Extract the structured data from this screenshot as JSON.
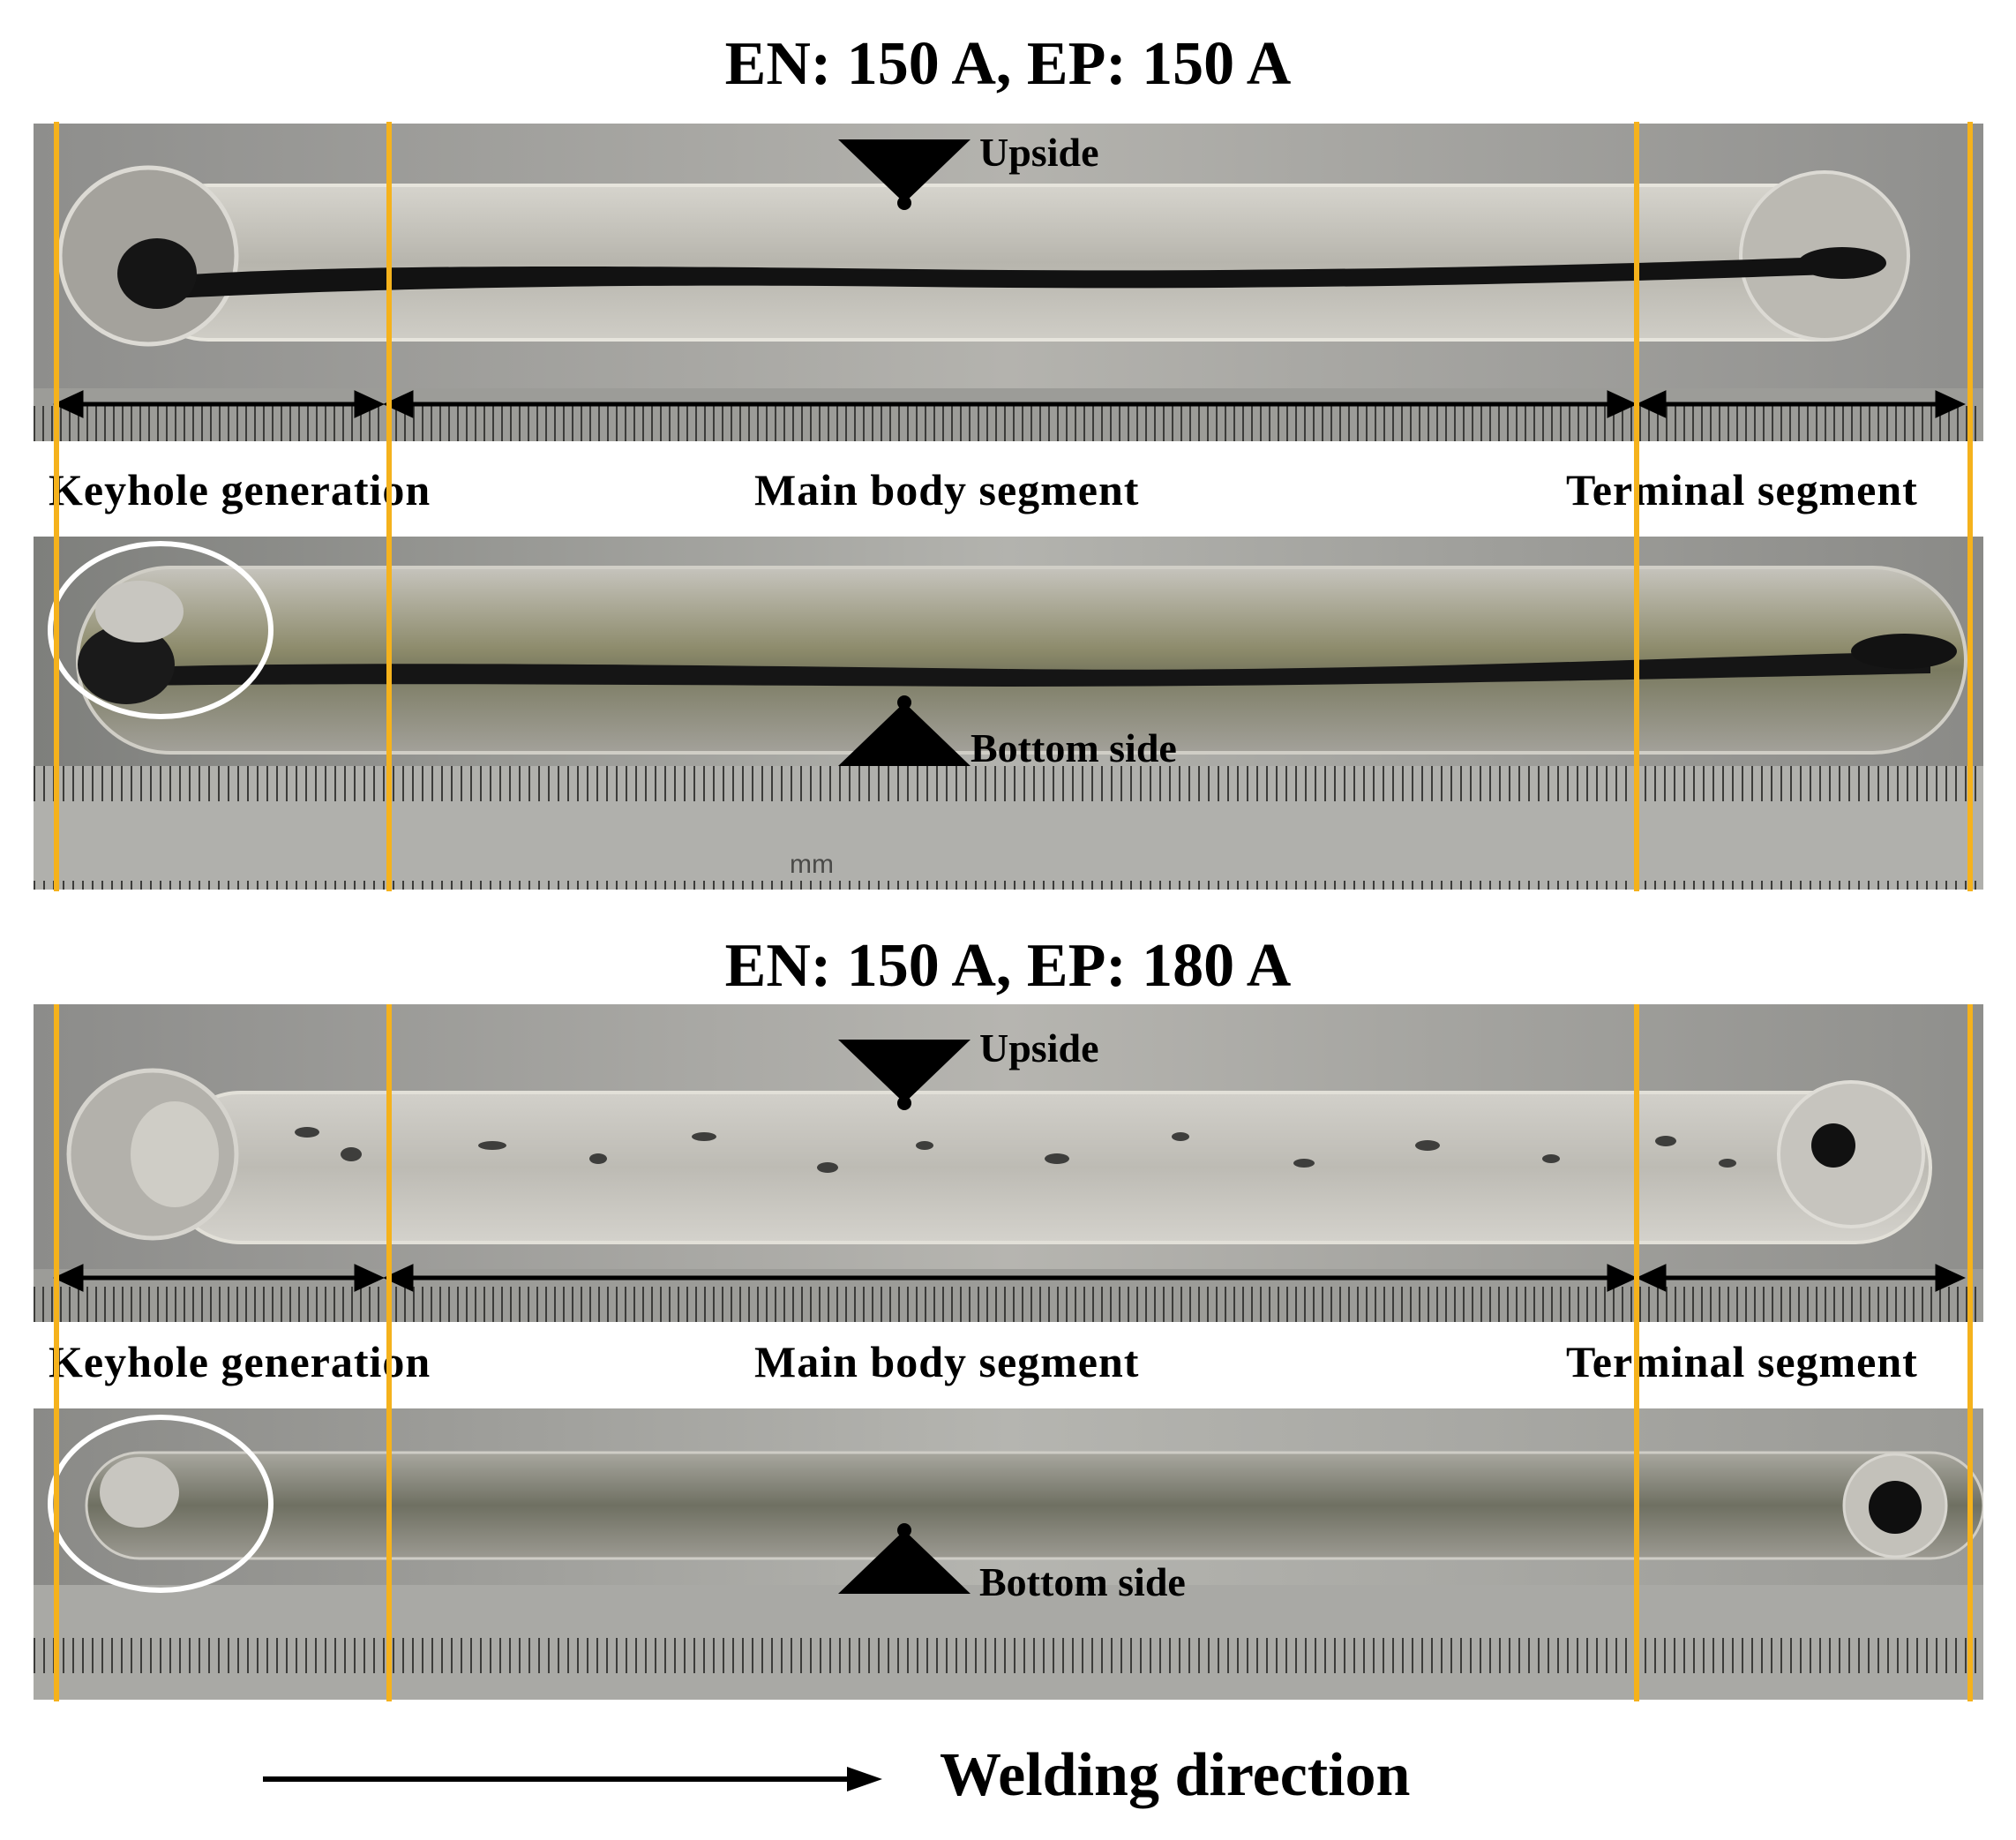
{
  "panels": [
    {
      "title": "EN: 150 A, EP: 150 A",
      "upside_label": "Upside",
      "bottom_label": "Bottom side",
      "segments": [
        "Keyhole generation",
        "Main body segment",
        "Terminal segment"
      ],
      "ruler_unit": "mm"
    },
    {
      "title": "EN: 150 A, EP: 180 A",
      "upside_label": "Upside",
      "bottom_label": "Bottom side",
      "segments": [
        "Keyhole generation",
        "Main body segment",
        "Terminal segment"
      ]
    }
  ],
  "footer": {
    "direction_label": "Welding direction"
  },
  "colors": {
    "divider": "#f5b21c",
    "highlight_circle": "#ffffff",
    "plate": "#a3a3a0",
    "bead": "#b9b6ae"
  }
}
